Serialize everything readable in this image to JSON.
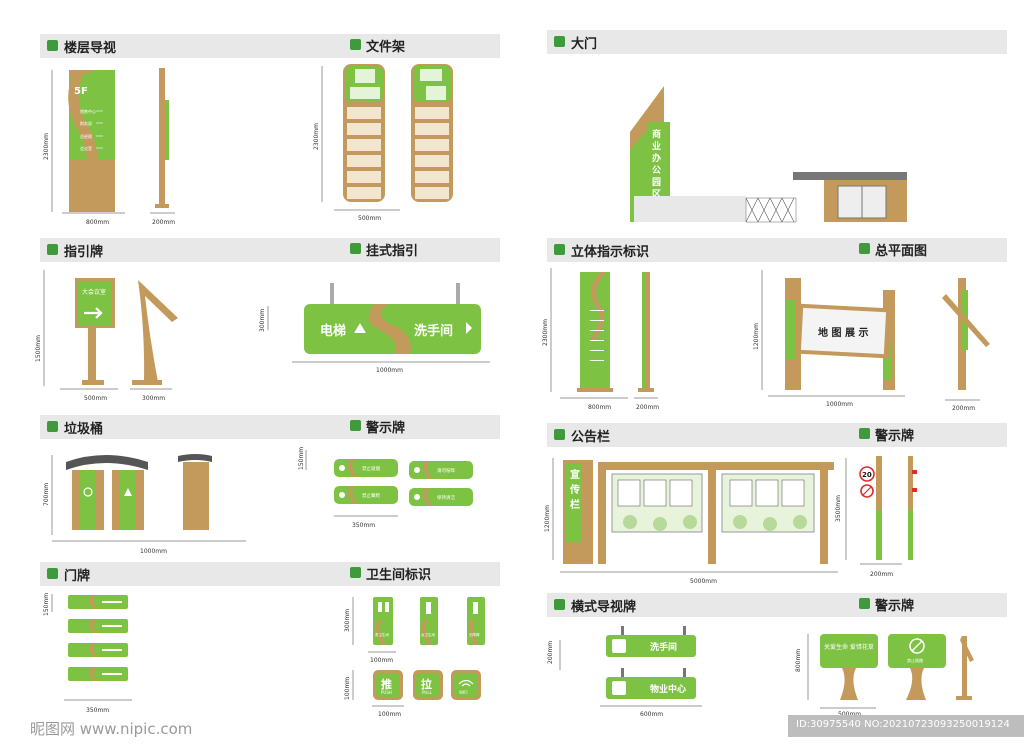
{
  "sections": {
    "floor_guide": {
      "title": "楼层导视",
      "floor": "5F",
      "entries": [
        "销售中心",
        "财务部",
        "总经理",
        "会议室"
      ],
      "dim_h": "2300mm",
      "dim_w1": "800mm",
      "dim_w2": "200mm"
    },
    "file_rack": {
      "title": "文件架",
      "dim_h": "2300mm",
      "dim_w": "500mm"
    },
    "gate": {
      "title": "大门",
      "vertical_text": "商业办公园区"
    },
    "direction_sign": {
      "title": "指引牌",
      "board_text": "大会议室",
      "dim_h": "1500mm",
      "dim_w1": "500mm",
      "dim_w2": "300mm"
    },
    "hanging_sign": {
      "title": "挂式指引",
      "left_text": "电梯",
      "right_text": "洗手间",
      "dim_h": "300mm",
      "dim_w": "1000mm"
    },
    "stereo_sign": {
      "title": "立体指示标识",
      "dim_h": "2300mm",
      "dim_w1": "800mm",
      "dim_w2": "200mm"
    },
    "site_plan": {
      "title": "总平面图",
      "board_text": "地 图 展 示",
      "dim_h": "1200mm",
      "dim_w1": "1000mm",
      "dim_w2": "200mm"
    },
    "trash_bin": {
      "title": "垃圾桶",
      "dim_h": "700mm",
      "dim_w": "1000mm"
    },
    "warning_small": {
      "title": "警示牌",
      "labels": [
        "禁止吸烟",
        "请勿喧哗",
        "禁止攀爬",
        "保持清洁"
      ],
      "dim_h": "150mm",
      "dim_w": "350mm"
    },
    "bulletin": {
      "title": "公告栏",
      "side_text": "宣传栏",
      "dim_h": "1200mm",
      "dim_w": "5000mm",
      "dim_h2": "3500mm"
    },
    "warning_pole": {
      "title": "警示牌",
      "speed": "20",
      "dim_w": "200mm"
    },
    "door_plate": {
      "title": "门牌",
      "dim_h": "150mm",
      "dim_w": "350mm"
    },
    "restroom": {
      "title": "卫生间标识",
      "dim_h": "300mm",
      "dim_w": "100mm",
      "labels": [
        "男卫生间",
        "女卫生间",
        "无障碍"
      ],
      "icons": [
        "推",
        "拉",
        "WIFI"
      ],
      "icon_subs": [
        "PUSH",
        "PULL",
        ""
      ],
      "dim_h2": "100mm",
      "dim_w2": "100mm"
    },
    "horizontal_sign": {
      "title": "横式导视牌",
      "items": [
        "洗手间",
        "物业中心"
      ],
      "dim_h": "200mm",
      "dim_w": "600mm"
    },
    "warning_lawn": {
      "title": "警示牌",
      "left_text": "关爱生命 爱惜花草",
      "right_text": "禁止践踏",
      "dim_h": "800mm",
      "dim_w": "500mm"
    }
  },
  "watermark": {
    "site": "昵图网 www.nipic.com",
    "id": "ID:30975540 NO:20210723093250019124"
  },
  "colors": {
    "green": "#7dc242",
    "tan": "#c49a5c",
    "header": "#e8e8e8"
  }
}
